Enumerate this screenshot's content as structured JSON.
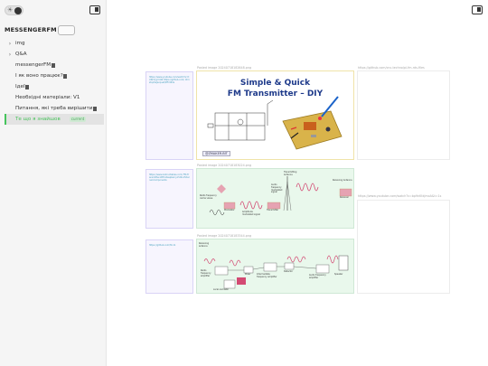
{
  "sidebar": {
    "brand": "MESSENGERFM",
    "items": [
      {
        "label": "img",
        "type": "folder"
      },
      {
        "label": "Q&A",
        "type": "folder"
      },
      {
        "label": "messengerFM",
        "type": "file",
        "tail": true
      },
      {
        "label": "І як воно працює?",
        "type": "file",
        "tail": true
      },
      {
        "label": "Ідеї",
        "type": "file",
        "tail": true
      },
      {
        "label": "Необхідні матеріали: V1",
        "type": "file",
        "tail": false
      },
      {
        "label": "Питання, які треба вирішити",
        "type": "file",
        "tail": true
      },
      {
        "label": "Те що я знайшов",
        "type": "file",
        "tail": false,
        "selected": true,
        "badge": "current"
      }
    ]
  },
  "canvas": {
    "captions": {
      "img1": "Pasted image 20240718182648.png",
      "img2": "Pasted image 20240718183024.png",
      "img3": "Pasted image 20240718183344.png"
    },
    "links": {
      "link1": "https://github.com/cnc-techno/pi-fm-rds-files",
      "link2": "https://www.youtube.com/watch?v=bp9nKtkJmxA&t=1s"
    },
    "notes": {
      "note1": "https://www.youtube.com/watch?v=tUNc3yyVn94 https://github.com/ ChristopheJacquet/PiFmRds",
      "note2": "https://www.instructables.com/ FM-Transmitter-With-Raspberry-Pi-No-External-Components",
      "note3": "https://github.com/fm-tx"
    },
    "img1": {
      "title_line1": "Simple & Quick",
      "title_line2": "FM Transmitter – DIY",
      "brand": "@ZMAKER.BIT"
    },
    "img2_labels": {
      "l1": "Transmitting Antenna",
      "l2": "Receiving Antenna",
      "l3": "Audio frequency modulated signal",
      "l4": "Radio frequency carrier wave",
      "l5": "Modulator",
      "l6": "Transmitter",
      "l7": "Receiver",
      "l8": "Amplitude modulated signal"
    },
    "img3_labels": {
      "l1": "Receiving antenna",
      "l2": "Radio frequency amplifier",
      "l3": "Mixer",
      "l4": "Intermediate frequency amplifier",
      "l5": "Detector",
      "l6": "Audio frequency amplifier",
      "l7": "Local oscillator",
      "l8": "Speaker"
    }
  },
  "colors": {
    "accent": "#49c25c",
    "note_border": "#d9d3f6",
    "note_bg": "#f7f5fe",
    "image_bg": "#e9f8ec"
  },
  "icons": {
    "theme_toggle": "sun-moon-toggle-icon",
    "panel": "sidebar-panel-icon",
    "chevron": "chevron-right-icon"
  }
}
